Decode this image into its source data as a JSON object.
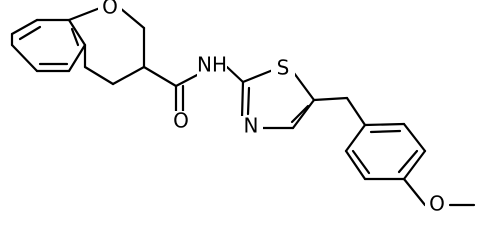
{
  "molecule": {
    "atoms": [
      {
        "id": "O1",
        "label": "O"
      },
      {
        "id": "NH",
        "label": "NH"
      },
      {
        "id": "O2",
        "label": "O"
      },
      {
        "id": "S1",
        "label": "S"
      },
      {
        "id": "N1",
        "label": "N"
      },
      {
        "id": "O3",
        "label": "O"
      }
    ]
  }
}
